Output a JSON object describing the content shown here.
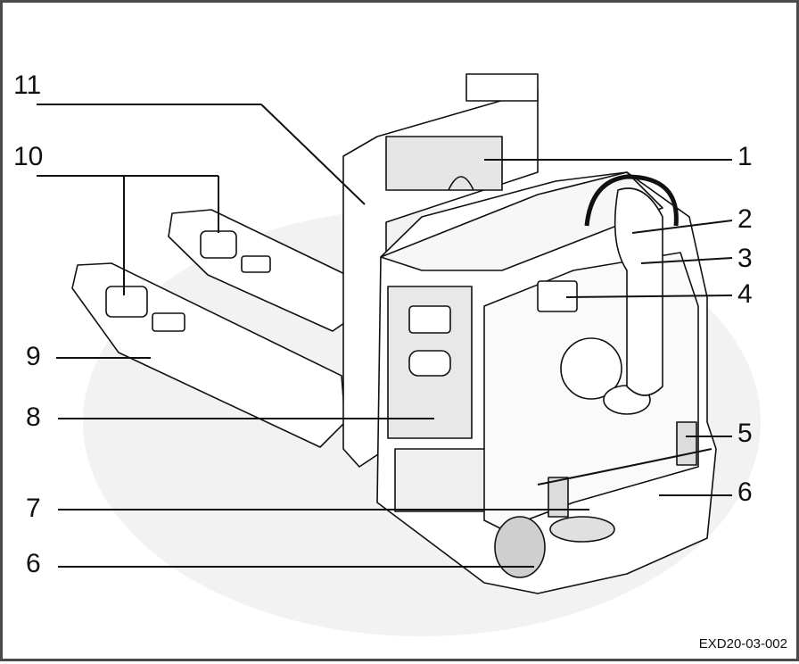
{
  "figure": {
    "reference_code": "EXD20-03-002",
    "callouts": [
      {
        "id": "1",
        "label": "1"
      },
      {
        "id": "2",
        "label": "2"
      },
      {
        "id": "3",
        "label": "3"
      },
      {
        "id": "4",
        "label": "4"
      },
      {
        "id": "5",
        "label": "5"
      },
      {
        "id": "6a",
        "label": "6"
      },
      {
        "id": "7",
        "label": "7"
      },
      {
        "id": "6b",
        "label": "6"
      },
      {
        "id": "8",
        "label": "8"
      },
      {
        "id": "9",
        "label": "9"
      },
      {
        "id": "10",
        "label": "10"
      },
      {
        "id": "11",
        "label": "11"
      }
    ],
    "colors": {
      "frame": "#4a4a4a",
      "line": "#111111",
      "shade": "#d9d9d9",
      "fill": "#f2f2f2"
    }
  }
}
